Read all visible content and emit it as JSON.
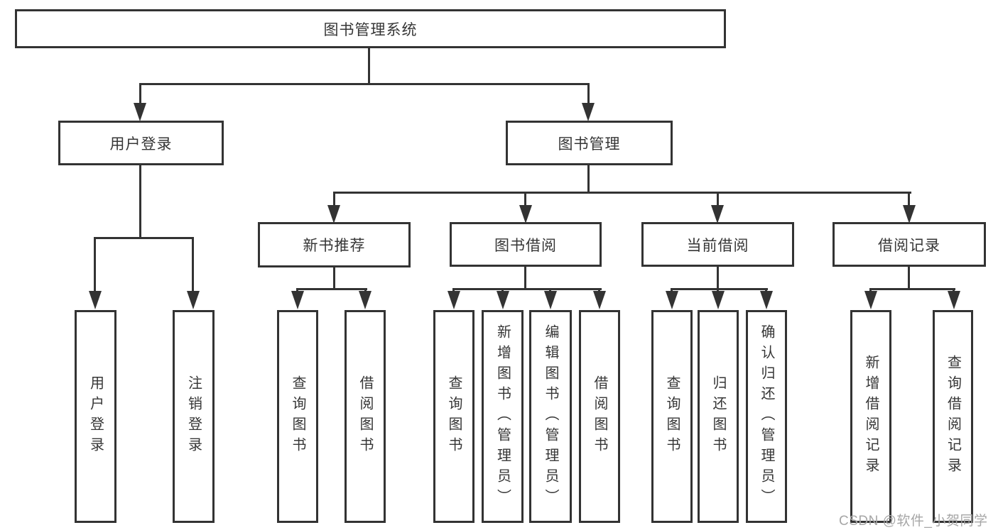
{
  "diagram": {
    "root": "图书管理系统",
    "branches": [
      {
        "label": "用户登录",
        "children": [
          "用户登录",
          "注销登录"
        ]
      },
      {
        "label": "图书管理",
        "groups": [
          {
            "label": "新书推荐",
            "children": [
              "查询图书",
              "借阅图书"
            ]
          },
          {
            "label": "图书借阅",
            "children": [
              "查询图书",
              "新增图书（管理员）",
              "编辑图书（管理员）",
              "借阅图书"
            ]
          },
          {
            "label": "当前借阅",
            "children": [
              "查询图书",
              "归还图书",
              "确认归还（管理员）"
            ]
          },
          {
            "label": "借阅记录",
            "children": [
              "新增借阅记录",
              "查询借阅记录"
            ]
          }
        ]
      }
    ]
  },
  "watermark": "CSDN @软件_小贺同学",
  "colors": {
    "line": "#333333",
    "text": "#363636",
    "background": "#ffffff",
    "watermark": "#a6a6a6"
  }
}
